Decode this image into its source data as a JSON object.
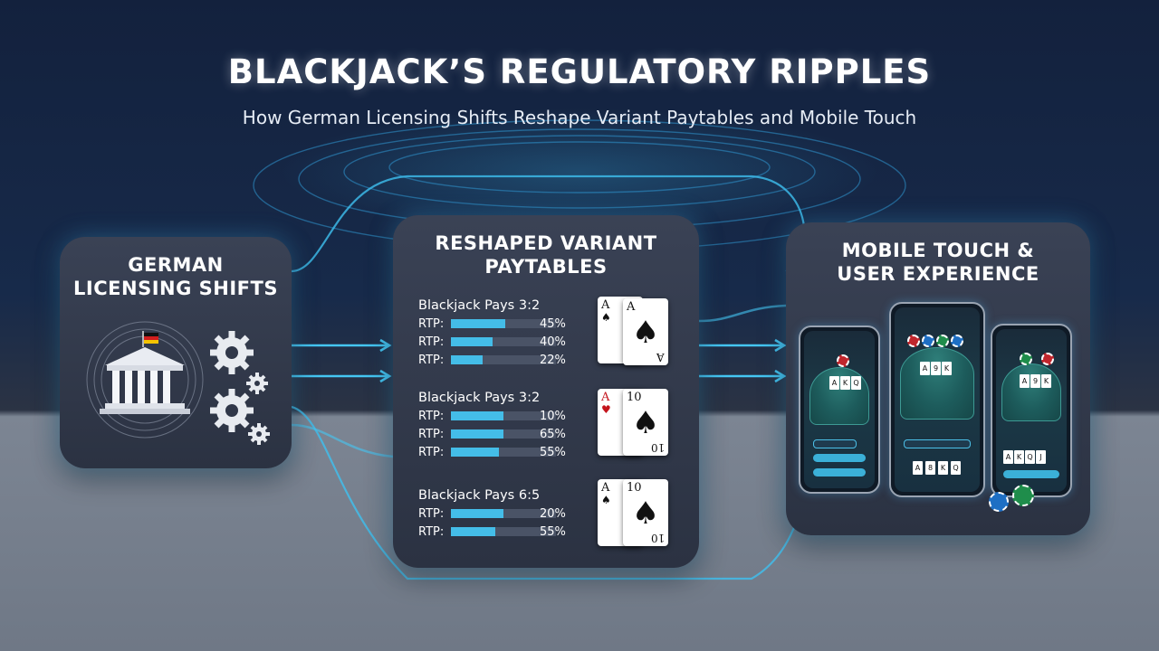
{
  "header": {
    "title": "BLACKJACK’S REGULATORY RIPPLES",
    "subtitle": "How German Licensing Shifts Reshape Variant Paytables and Mobile Touch"
  },
  "panels": {
    "licensing": {
      "title_line1": "GERMAN",
      "title_line2": "LICENSING SHIFTS"
    },
    "paytables": {
      "title_line1": "RESHAPED VARIANT",
      "title_line2": "PAYTABLES",
      "groups": [
        {
          "title": "Blackjack Pays 3:2",
          "rows": [
            {
              "label": "RTP:",
              "value": "45%",
              "fill": 0.52
            },
            {
              "label": "RTP:",
              "value": "40%",
              "fill": 0.4
            },
            {
              "label": "RTP:",
              "value": "22%",
              "fill": 0.3
            }
          ],
          "cards": [
            {
              "rank": "A",
              "suit": "♠",
              "color": "black"
            },
            {
              "rank": "A",
              "suit": "♠",
              "color": "black"
            }
          ]
        },
        {
          "title": "Blackjack Pays 3:2",
          "rows": [
            {
              "label": "RTP:",
              "value": "10%",
              "fill": 0.5
            },
            {
              "label": "RTP:",
              "value": "65%",
              "fill": 0.5
            },
            {
              "label": "RTP:",
              "value": "55%",
              "fill": 0.46
            }
          ],
          "cards": [
            {
              "rank": "A",
              "suit": "♥",
              "color": "red"
            },
            {
              "rank": "10",
              "suit": "♠",
              "color": "black"
            }
          ]
        },
        {
          "title": "Blackjack Pays 6:5",
          "rows": [
            {
              "label": "RTP:",
              "value": "20%",
              "fill": 0.5
            },
            {
              "label": "RTP:",
              "value": "55%",
              "fill": 0.42
            }
          ],
          "cards": [
            {
              "rank": "A",
              "suit": "♠",
              "color": "black"
            },
            {
              "rank": "10",
              "suit": "♠",
              "color": "black"
            }
          ]
        }
      ]
    },
    "mobile": {
      "title_line1": "MOBILE TOUCH &",
      "title_line2": "USER EXPERIENCE"
    }
  },
  "icons": [
    "government-building-icon",
    "german-flag-icon",
    "gear-icon",
    "playing-card-icon",
    "smartphone-icon",
    "casino-chip-icon"
  ],
  "colors": {
    "accent": "#44bde8",
    "panel": "#343b4d",
    "background_top": "#13213d"
  }
}
